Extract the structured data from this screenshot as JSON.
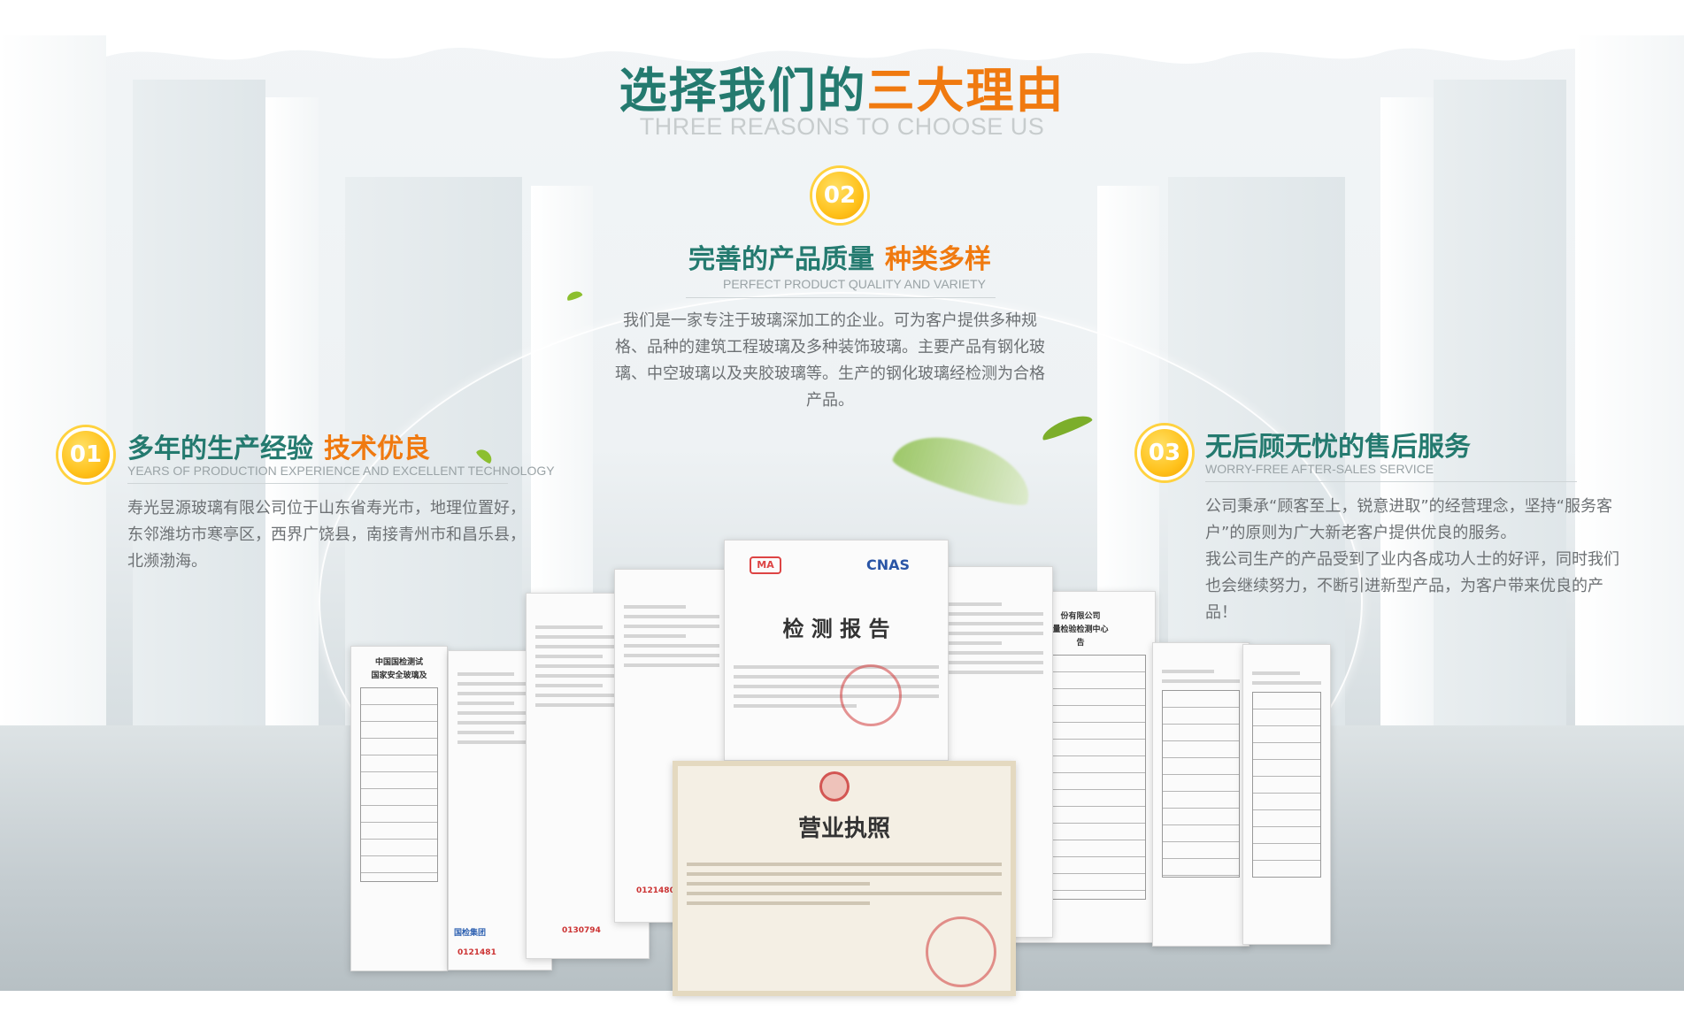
{
  "header": {
    "title_main": "选择我们的",
    "title_accent": "三大理由",
    "subtitle": "THREE REASONS TO CHOOSE US"
  },
  "reasons": [
    {
      "badge": "01",
      "title": "多年的生产经验",
      "title_accent": "技术优良",
      "subtitle": "YEARS OF PRODUCTION EXPERIENCE AND EXCELLENT TECHNOLOGY",
      "text": "寿光昱源玻璃有限公司位于山东省寿光市，地理位置好，东邻潍坊市寒亭区，西界广饶县，南接青州市和昌乐县，北濒渤海。"
    },
    {
      "badge": "02",
      "title": "完善的产品质量",
      "title_accent": "种类多样",
      "subtitle": "PERFECT PRODUCT QUALITY AND VARIETY",
      "text": "我们是一家专注于玻璃深加工的企业。可为客户提供多种规格、品种的建筑工程玻璃及多种装饰玻璃。主要产品有钢化玻璃、中空玻璃以及夹胶玻璃等。生产的钢化玻璃经检测为合格产品。"
    },
    {
      "badge": "03",
      "title": "无后顾无忧的售后服务",
      "title_accent": "",
      "subtitle": "WORRY-FREE AFTER-SALES SERVICE",
      "text_1": "公司秉承“顾客至上，锐意进取”的经营理念，坚持“服务客户”的原则为广大新老客户提供优良的服务。",
      "text_2": "我公司生产的产品受到了业内各成功人士的好评，同时我们也会继续努力，不断引进新型产品，为客户带来优良的产品！"
    }
  ],
  "documents": {
    "report_title": "检 测 报 告",
    "license_title": "营业执照",
    "cert_a": "中国国检测试",
    "cert_b": "国家安全玻璃及",
    "brand": "国检集团",
    "serial_1": "0130794",
    "serial_2": "0121481",
    "serial_3": "0121480",
    "lab_1": "份有限公司",
    "lab_2": "量检验检测中心",
    "lab_3": "告",
    "cnas": "CNAS",
    "cma": "MA"
  },
  "colors": {
    "primary": "#247a6f",
    "accent": "#f07a10",
    "badge": "#ffc21c"
  }
}
